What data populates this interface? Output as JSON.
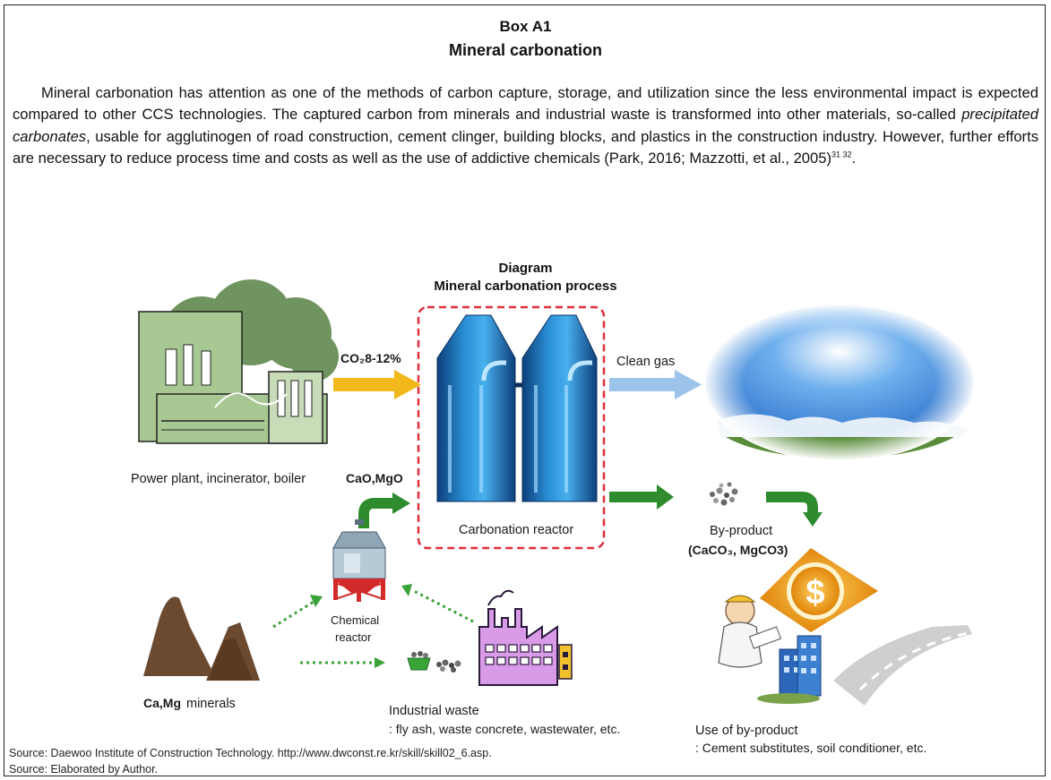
{
  "box": {
    "label": "Box A1",
    "title": "Mineral carbonation"
  },
  "paragraph": {
    "part1": "Mineral carbonation has attention as one of the methods of carbon capture, storage, and utilization since the less environmental impact is expected compared to other CCS technologies. The captured carbon from minerals and industrial waste is transformed into other materials, so-called ",
    "italic": "precipitated carbonates",
    "part2": ", usable for agglutinogen of road construction, cement clinger, building blocks, and plastics in the construction industry. However, further efforts are necessary to reduce process time and costs as well as the use of addictive chemicals (Park, 2016; Mazzotti, et al., 2005)",
    "refs": "31 32",
    "end": "."
  },
  "diagram": {
    "heading": "Diagram",
    "title": "Mineral carbonation process",
    "labels": {
      "co2": "CO₂8-12%",
      "clean_gas": "Clean gas",
      "power_plant": "Power plant,  incinerator, boiler",
      "cao_mgo": "CaO,MgO",
      "carbonation_reactor": "Carbonation reactor",
      "by_product": "By-product",
      "by_product_formula": "(CaCO₃, MgCO3)",
      "chemical_reactor_1": "Chemical",
      "chemical_reactor_2": "reactor",
      "ca_mg": "Ca,Mg",
      "minerals": "minerals",
      "industrial_waste": "Industrial waste",
      "industrial_waste_desc": ": fly ash, waste concrete, wastewater, etc.",
      "use_by_product": "Use of by-product",
      "use_by_product_desc": ": Cement substitutes, soil conditioner, etc."
    }
  },
  "sources": [
    "Source: Daewoo Institute of Construction Technology. http://www.dwconst.re.kr/skill/skill02_6.asp.",
    "Source: Elaborated by Author."
  ],
  "colors": {
    "co2_arrow": "#f2b81c",
    "clean_arrow": "#9cc3ea",
    "green_arrow": "#2e8b2e",
    "reactor_blue": "#1f6fb5",
    "dashed_border": "#e0303a",
    "factory_green": "#8bb070",
    "mountain_brown": "#6b4a30",
    "coin_orange": "#f0a020"
  }
}
